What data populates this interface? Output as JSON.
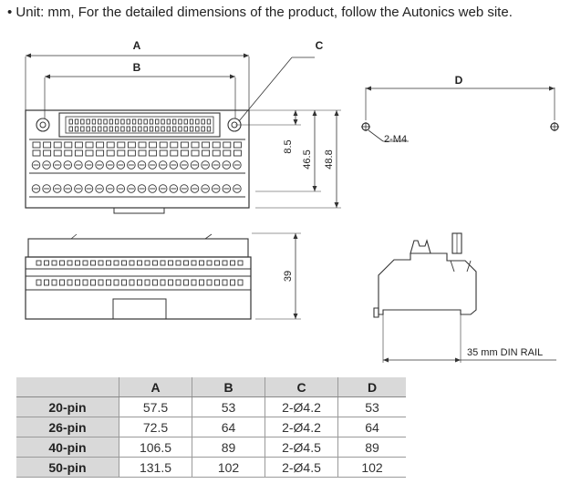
{
  "note": "• Unit: mm, For the detailed dimensions of the product, follow the Autonics web site.",
  "drawing_labels": {
    "dim_a": "A",
    "dim_b": "B",
    "dim_c": "C",
    "dim_d": "D",
    "dim_85": "8.5",
    "dim_465": "46.5",
    "dim_488": "48.8",
    "dim_39": "39",
    "thread_label": "2-M4",
    "din_rail": "35 mm DIN RAIL"
  },
  "table": {
    "headers": [
      "",
      "A",
      "B",
      "C",
      "D"
    ],
    "rows": [
      {
        "label": "20-pin",
        "a": "57.5",
        "b": "53",
        "c": "2-Ø4.2",
        "d": "53"
      },
      {
        "label": "26-pin",
        "a": "72.5",
        "b": "64",
        "c": "2-Ø4.2",
        "d": "64"
      },
      {
        "label": "40-pin",
        "a": "106.5",
        "b": "89",
        "c": "2-Ø4.5",
        "d": "89"
      },
      {
        "label": "50-pin",
        "a": "131.5",
        "b": "102",
        "c": "2-Ø4.5",
        "d": "102"
      }
    ]
  }
}
